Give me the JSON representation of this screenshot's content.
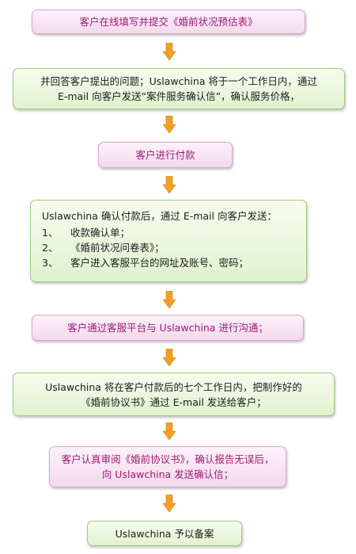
{
  "steps": {
    "s1": "客户在线填写并提交《婚前状况预估表》",
    "s2_l1": "并回答客户提出的问题；Uslawchina 将于一个工作日内，通过",
    "s2_l2": "E-mail 向客户发送“案件服务确认信”，确认服务价格，",
    "s3": "客户进行付款",
    "s4_intro": "Uslawchina 确认付款后，通过 E-mail 向客户发送：",
    "s4_items": [
      {
        "num": "1、",
        "text": "收款确认单；"
      },
      {
        "num": "2、",
        "text": "《婚前状况问卷表》；"
      },
      {
        "num": "3、",
        "text": "客户进入客服平台的网址及账号、密码；"
      }
    ],
    "s5": "客户通过客服平台与 Uslawchina 进行沟通；",
    "s6_l1": "Uslawchina 将在客户付款后的七个工作日内，把制作好的",
    "s6_l2": "《婚前协议书》通过 E-mail 发送给客户；",
    "s7_l1": "客户认真审阅《婚前协议书》，确认报告无误后，",
    "s7_l2": "向 Uslawchina 发送确认信；",
    "s8": "Uslawchina 予以备案"
  },
  "colors": {
    "arrow": "#f0a028",
    "pink_text": "#9c1b74"
  }
}
